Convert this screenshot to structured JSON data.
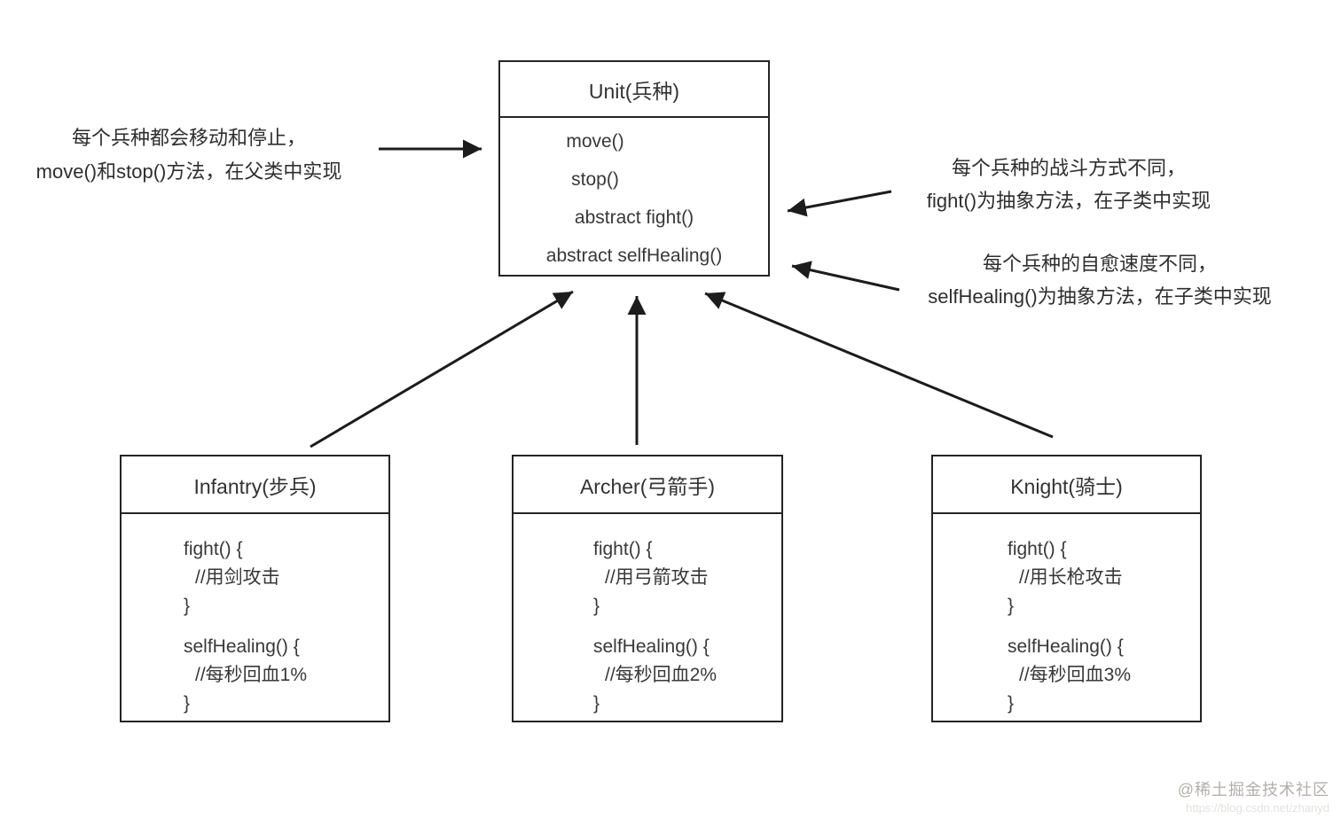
{
  "diagram": {
    "parent_class": {
      "title": "Unit(兵种)",
      "methods": [
        "move()",
        "stop()",
        "abstract fight()",
        "abstract selfHealing()"
      ]
    },
    "child_classes": [
      {
        "title": "Infantry(步兵)",
        "fight_lines": [
          "fight() {",
          "//用剑攻击",
          "}"
        ],
        "heal_lines": [
          "selfHealing() {",
          "//每秒回血1%",
          "}"
        ]
      },
      {
        "title": "Archer(弓箭手)",
        "fight_lines": [
          "fight() {",
          "//用弓箭攻击",
          "}"
        ],
        "heal_lines": [
          "selfHealing() {",
          "//每秒回血2%",
          "}"
        ]
      },
      {
        "title": "Knight(骑士)",
        "fight_lines": [
          "fight() {",
          "//用长枪攻击",
          "}"
        ],
        "heal_lines": [
          "selfHealing() {",
          "//每秒回血3%",
          "}"
        ]
      }
    ],
    "annotations": {
      "move_stop": {
        "line1": "每个兵种都会移动和停止，",
        "line2": "move()和stop()方法，在父类中实现"
      },
      "fight": {
        "line1": "每个兵种的战斗方式不同，",
        "line2": "fight()为抽象方法，在子类中实现"
      },
      "self_healing": {
        "line1": "每个兵种的自愈速度不同，",
        "line2": "selfHealing()为抽象方法，在子类中实现"
      }
    },
    "colors": {
      "line": "#1c1c1c",
      "text": "#333333",
      "background": "#ffffff",
      "watermark": "#b3afa8",
      "watermark_url": "#e4e1dc"
    }
  },
  "watermark": {
    "community": "@稀土掘金技术社区",
    "url": "https://blog.csdn.net/zhanyd"
  }
}
